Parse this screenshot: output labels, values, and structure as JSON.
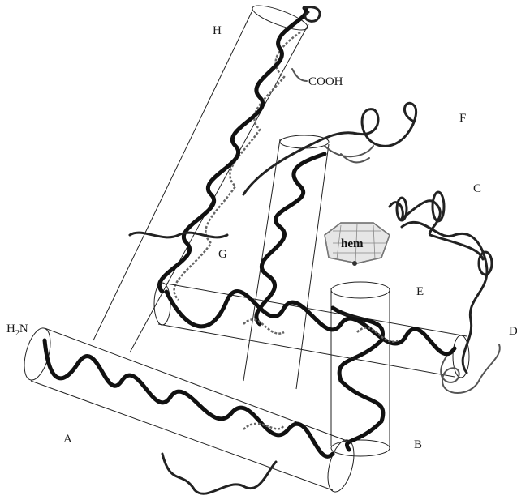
{
  "labels": {
    "helix_h": "H",
    "helix_f": "F",
    "helix_c": "C",
    "helix_g": "G",
    "helix_e": "E",
    "helix_d": "D",
    "helix_a": "A",
    "helix_b": "B",
    "cooh": "COOH",
    "n_terminus_h": "H",
    "n_terminus_sub": "2",
    "n_terminus_n": "N",
    "heme": "hem"
  }
}
